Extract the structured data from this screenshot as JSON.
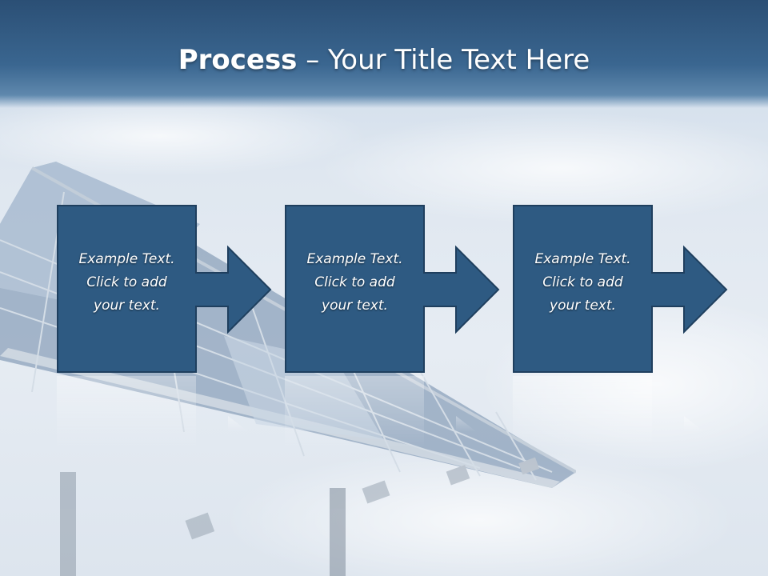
{
  "slide": {
    "title_bold": "Process",
    "title_rest": " – Your Title Text Here"
  },
  "steps": [
    {
      "text": "Example Text.\nClick  to add\nyour text."
    },
    {
      "text": "Example Text.\nClick  to add\nyour text."
    },
    {
      "text": "Example Text.\nClick  to add\nyour text."
    }
  ],
  "colors": {
    "box_fill": "#2e5a82",
    "box_border": "#1f3f5e",
    "header": "#2b4f75"
  }
}
